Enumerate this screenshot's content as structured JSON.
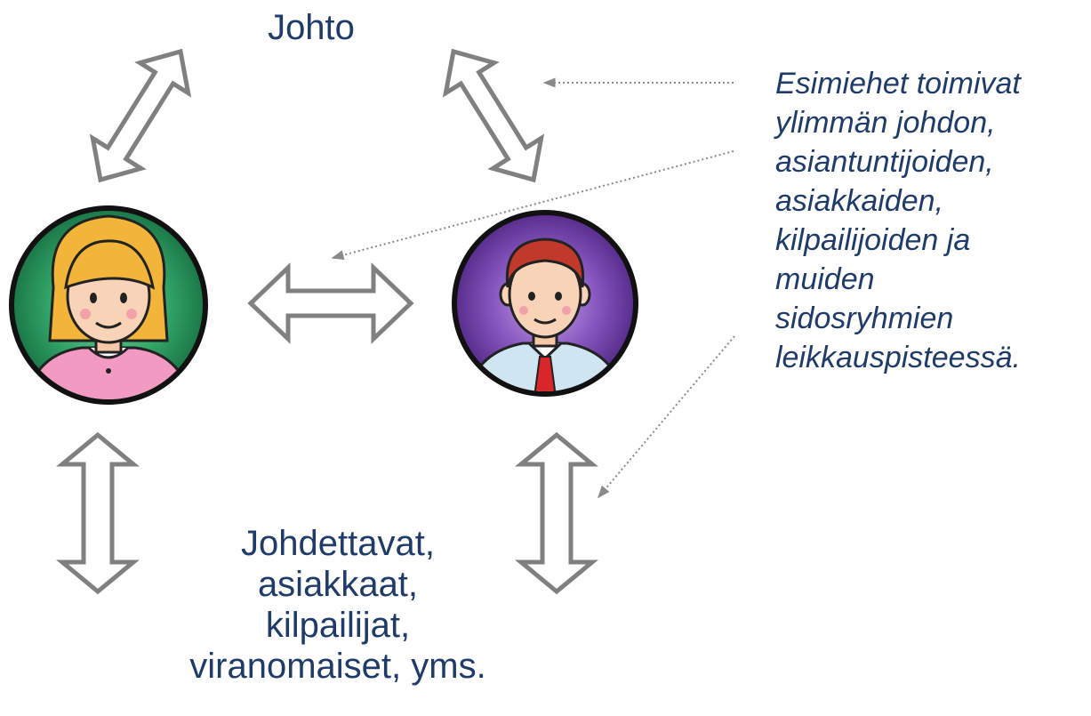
{
  "labels": {
    "top": "Johto",
    "bottom": [
      "Johdettavat,",
      "asiakkaat,",
      "kilpailijat,",
      "viranomaiset, yms."
    ]
  },
  "note": {
    "lines": [
      "Esimiehet toimivat",
      "ylimmän johdon,",
      "asiantuntijoiden,",
      "asiakkaiden,",
      "kilpailijoiden ja",
      "muiden",
      "sidosryhmien",
      "leikkauspisteessä."
    ]
  },
  "figures": [
    {
      "name": "woman",
      "icon": "woman-avatar-icon",
      "background": "#2e9a63"
    },
    {
      "name": "man",
      "icon": "man-avatar-icon",
      "background": "#7a4bb0"
    }
  ],
  "colors": {
    "text": "#1f3b6a",
    "arrow_stroke": "#7f7f7f",
    "connector": "#8a8a8a"
  }
}
